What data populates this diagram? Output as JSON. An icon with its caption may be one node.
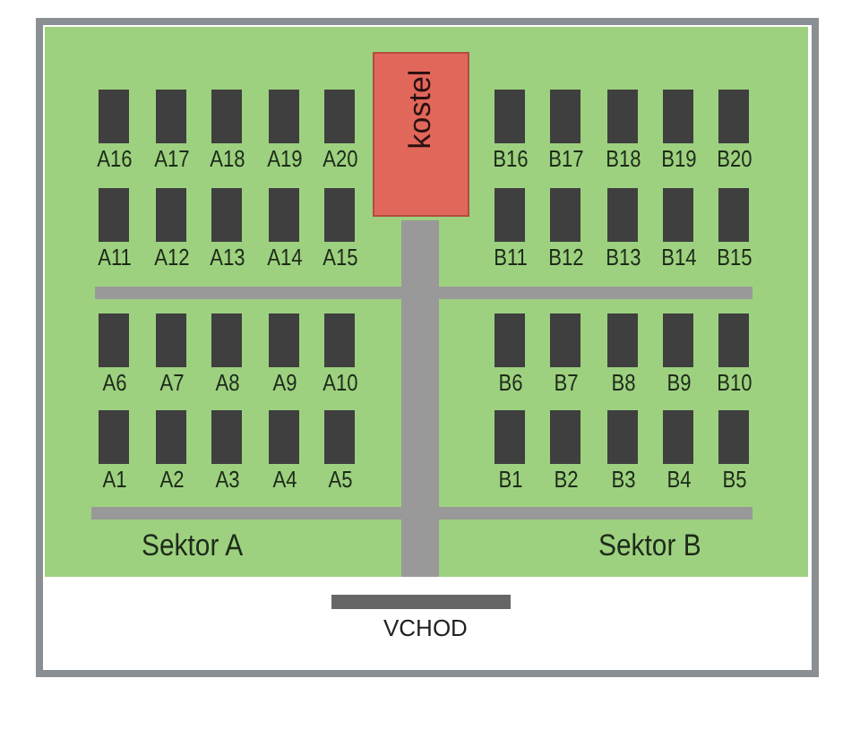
{
  "diagram": {
    "nodes": [
      {
        "text": [
          "A16"
        ]
      },
      {
        "text": [
          "A17"
        ]
      },
      {
        "text": [
          "A18"
        ]
      },
      {
        "text": [
          "A19"
        ]
      },
      {
        "text": [
          "A20"
        ]
      },
      {
        "text": [
          "kostel"
        ]
      },
      {
        "text": [
          "B16"
        ]
      },
      {
        "text": [
          "B17"
        ]
      },
      {
        "text": [
          "B18"
        ]
      },
      {
        "text": [
          "B19"
        ]
      },
      {
        "text": [
          "B20"
        ]
      },
      {
        "text": [
          "A11"
        ]
      },
      {
        "text": [
          "A12"
        ]
      },
      {
        "text": [
          "A13"
        ]
      },
      {
        "text": [
          "A14"
        ]
      },
      {
        "text": [
          "A15"
        ]
      },
      {
        "text": [
          "B11"
        ]
      },
      {
        "text": [
          "B12"
        ]
      },
      {
        "text": [
          "B13"
        ]
      },
      {
        "text": [
          "B14"
        ]
      },
      {
        "text": [
          "B15"
        ]
      },
      {
        "text": [
          "A6"
        ]
      },
      {
        "text": [
          "A7"
        ]
      },
      {
        "text": [
          "A8"
        ]
      },
      {
        "text": [
          "A9"
        ]
      },
      {
        "text": [
          "A10"
        ]
      },
      {
        "text": [
          "B6"
        ]
      },
      {
        "text": [
          "B7"
        ]
      },
      {
        "text": [
          "B8"
        ]
      },
      {
        "text": [
          "B9"
        ]
      },
      {
        "text": [
          "B10"
        ]
      },
      {
        "text": [
          "A1"
        ]
      },
      {
        "text": [
          "A2"
        ]
      },
      {
        "text": [
          "A3"
        ]
      },
      {
        "text": [
          "A4"
        ]
      },
      {
        "text": [
          "A5"
        ]
      },
      {
        "text": [
          "B1"
        ]
      },
      {
        "text": [
          "B2"
        ]
      },
      {
        "text": [
          "B3"
        ]
      },
      {
        "text": [
          "B4"
        ]
      },
      {
        "text": [
          "B5"
        ]
      }
    ],
    "labels": [
      "Sektor A",
      "Sektor B",
      "VCHOD"
    ]
  }
}
